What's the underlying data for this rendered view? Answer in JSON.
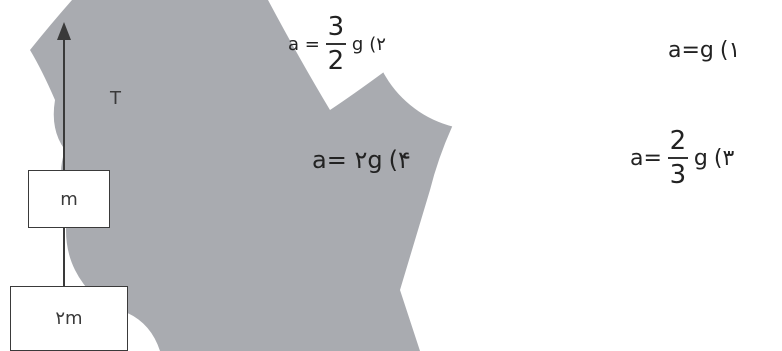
{
  "diagram": {
    "tension_label": "T",
    "upper_block_label": "m",
    "lower_block_label": "۲m",
    "colors": {
      "silhouette": "#a9abb0",
      "ink": "#3a3a3a"
    }
  },
  "options": [
    {
      "number": "(۱",
      "prefix": "a=g",
      "numerator": "",
      "denominator": "",
      "suffix": ""
    },
    {
      "number": "(۲",
      "prefix": "a =",
      "numerator": "3",
      "denominator": "2",
      "suffix": "g"
    },
    {
      "number": "(۳",
      "prefix": "a=",
      "numerator": "2",
      "denominator": "3",
      "suffix": "g"
    },
    {
      "number": "(۴",
      "prefix": "a= ۲g",
      "numerator": "",
      "denominator": "",
      "suffix": ""
    }
  ]
}
